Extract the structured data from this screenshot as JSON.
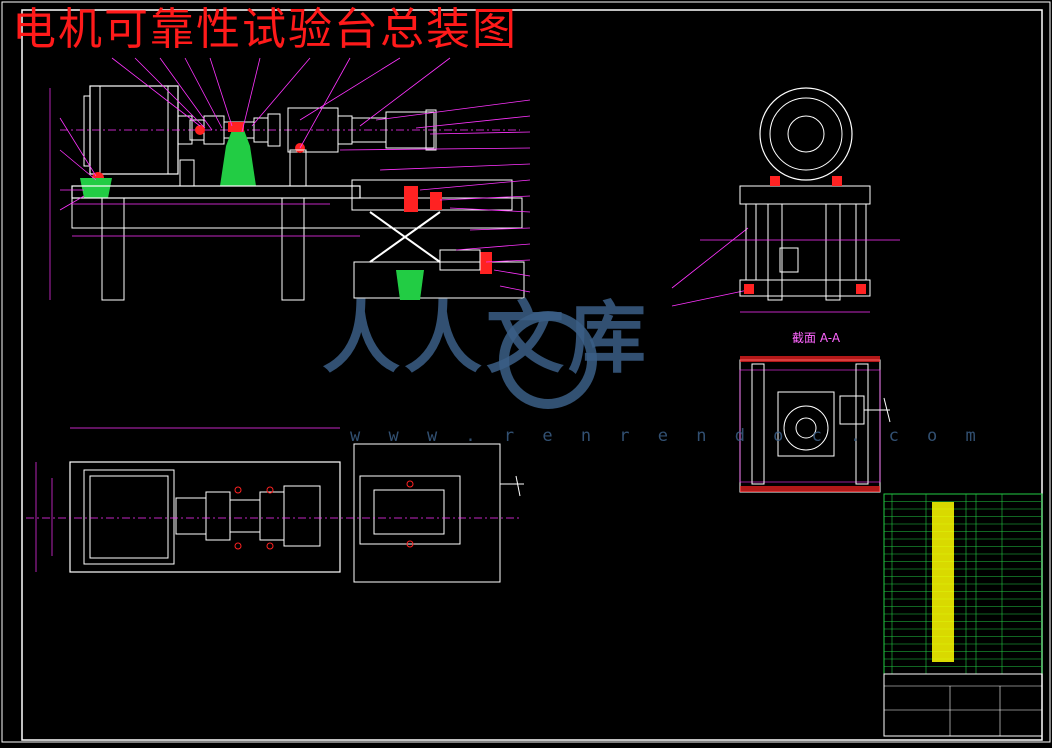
{
  "title": "电机可靠性试验台总装图",
  "section_label": "截面 A-A",
  "watermark": {
    "brand": "人人文库",
    "url": "w w w . r e n r e n d o c . c o m"
  },
  "colors": {
    "background": "#000000",
    "frame": "#ffffff",
    "title": "#ff1a1a",
    "leader": "#ff33ff",
    "dimension": "#ff33ff",
    "part_green": "#22cc44",
    "watermark": "#3b5f86",
    "table_highlight": "#ffff00",
    "table_grid": "#22cc44"
  },
  "icons": {
    "watermark_logo": "circle-swirl-logo-icon"
  }
}
